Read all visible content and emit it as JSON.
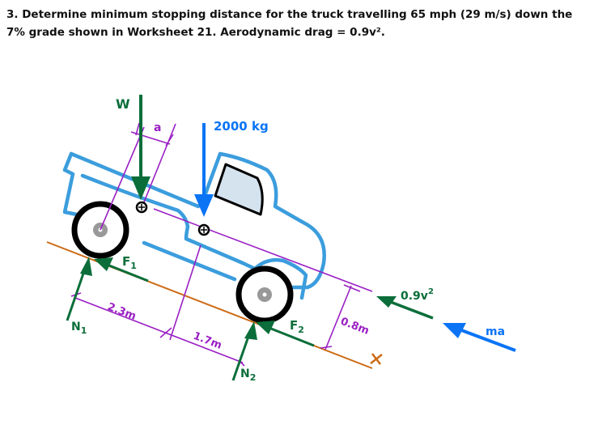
{
  "problem": {
    "line1": "3. Determine minimum stopping distance for the truck travelling 65 mph (29 m/s) down the",
    "line2": "7% grade shown in Worksheet 21.  Aerodynamic drag = 0.9v²."
  },
  "diagram": {
    "labels": {
      "weight": "W",
      "offset": "a",
      "mass": "2000 kg",
      "f1": "F",
      "f1_sub": "1",
      "f2": "F",
      "f2_sub": "2",
      "n1": "N",
      "n1_sub": "1",
      "n2": "N",
      "n2_sub": "2",
      "dim_rear": "2.3m",
      "dim_front": "1.7m",
      "dim_height": "0.8m",
      "drag": "0.9v",
      "drag_sup": "2",
      "inertia": "ma",
      "axis_x": "x"
    },
    "colors": {
      "force_green": "#0b6e3a",
      "inertia_blue": "#0a74f5",
      "dimension_purple": "#9a1fc4",
      "ground_orange": "#cc6a14",
      "truck_outline": "#3b9ddd",
      "window_fill": "#d5e3ef",
      "wheel_black": "#000000",
      "hub_gray": "#999999"
    }
  }
}
